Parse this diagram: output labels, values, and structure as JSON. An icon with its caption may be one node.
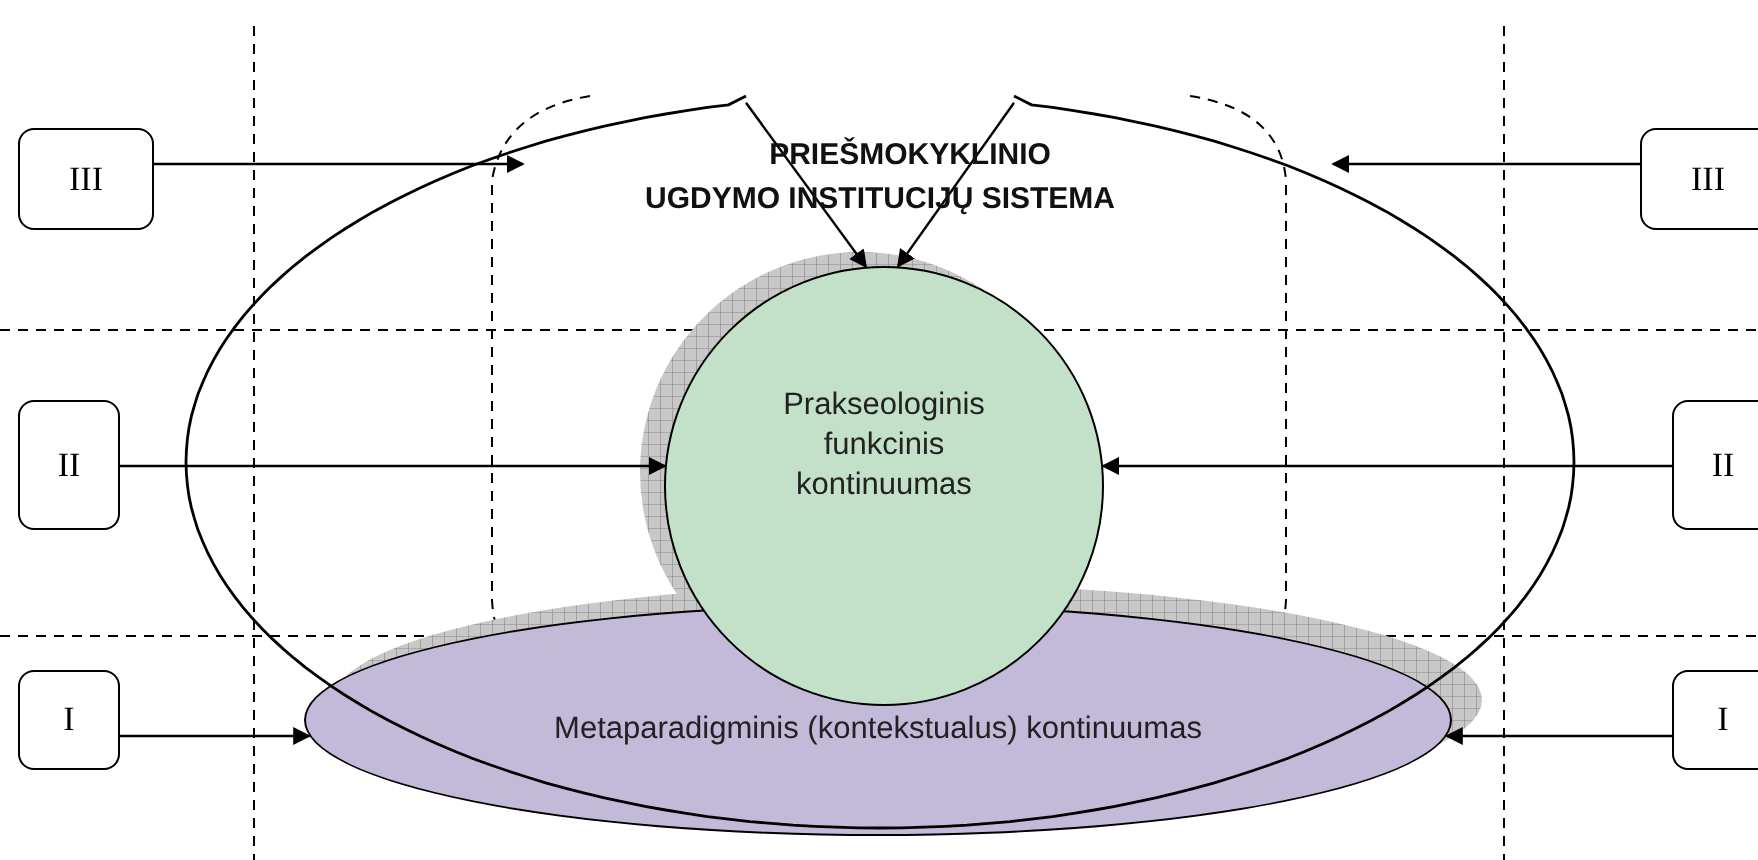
{
  "diagram": {
    "nodes": [
      {
        "text": [
          "PRIEŠMOKYKLINIO UGDYMO INSTITUCIJŲ SISTEMA"
        ]
      },
      {
        "text": [
          "Prakseologinis funkcinis kontinuumas"
        ],
        "in": 0
      },
      {
        "text": [
          "Metaparadigminis (kontekstualus) kontinuumas"
        ],
        "in": 0
      },
      {
        "text": [
          "III"
        ]
      },
      {
        "text": [
          "III"
        ]
      },
      {
        "text": [
          "II"
        ]
      },
      {
        "text": [
          "II"
        ]
      },
      {
        "text": [
          "I"
        ]
      },
      {
        "text": [
          "I"
        ]
      }
    ],
    "edges": [
      {
        "from": 3,
        "to": 0,
        "arrow": "to"
      },
      {
        "from": 4,
        "to": 0,
        "arrow": "to"
      },
      {
        "from": 5,
        "to": 1,
        "arrow": "to"
      },
      {
        "from": 6,
        "to": 1,
        "arrow": "to"
      },
      {
        "from": 7,
        "to": 2,
        "arrow": "to"
      },
      {
        "from": 8,
        "to": 2,
        "arrow": "to"
      },
      {
        "from": 0,
        "to": 1,
        "arrow": "to"
      },
      {
        "from": 0,
        "to": 1,
        "arrow": "to"
      }
    ]
  }
}
